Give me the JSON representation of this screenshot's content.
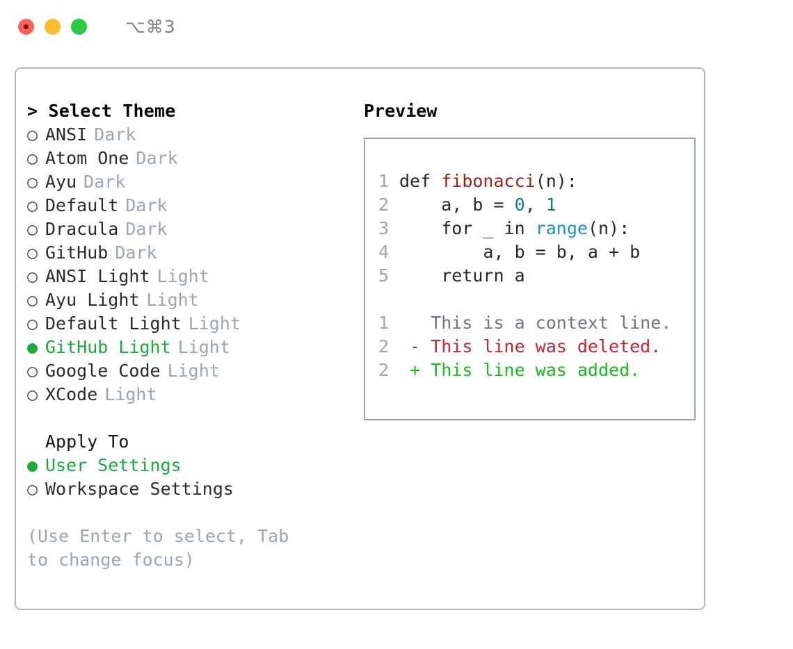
{
  "titlebar": {
    "shortcut": "⌥⌘3",
    "buttons": [
      {
        "name": "close",
        "color": "#ff6159"
      },
      {
        "name": "minimize",
        "color": "#ffbd2e"
      },
      {
        "name": "maximize",
        "color": "#2acb42"
      }
    ]
  },
  "theme_panel": {
    "header": "> Select Theme",
    "bullet_on": "●",
    "bullet_off": "○",
    "options": [
      {
        "label": "ANSI",
        "tag": "Dark",
        "selected": false
      },
      {
        "label": "Atom One",
        "tag": "Dark",
        "selected": false
      },
      {
        "label": "Ayu",
        "tag": "Dark",
        "selected": false
      },
      {
        "label": "Default",
        "tag": "Dark",
        "selected": false
      },
      {
        "label": "Dracula",
        "tag": "Dark",
        "selected": false
      },
      {
        "label": "GitHub",
        "tag": "Dark",
        "selected": false
      },
      {
        "label": "ANSI Light",
        "tag": "Light",
        "selected": false
      },
      {
        "label": "Ayu Light",
        "tag": "Light",
        "selected": false
      },
      {
        "label": "Default Light",
        "tag": "Light",
        "selected": false
      },
      {
        "label": "GitHub Light",
        "tag": "Light",
        "selected": true
      },
      {
        "label": "Google Code",
        "tag": "Light",
        "selected": false
      },
      {
        "label": "XCode",
        "tag": "Light",
        "selected": false
      }
    ]
  },
  "apply_to": {
    "header": "Apply To",
    "options": [
      {
        "label": "User Settings",
        "selected": true
      },
      {
        "label": "Workspace Settings",
        "selected": false
      }
    ]
  },
  "hint": "(Use Enter to select, Tab to change focus)",
  "preview": {
    "header": "Preview",
    "code_lines": [
      {
        "number": "1",
        "tokens": [
          {
            "text": "def ",
            "kind": "plain"
          },
          {
            "text": "fibonacci",
            "kind": "fn"
          },
          {
            "text": "(n):",
            "kind": "plain"
          }
        ]
      },
      {
        "number": "2",
        "tokens": [
          {
            "text": "    a, b = ",
            "kind": "plain"
          },
          {
            "text": "0",
            "kind": "num"
          },
          {
            "text": ", ",
            "kind": "plain"
          },
          {
            "text": "1",
            "kind": "num"
          }
        ]
      },
      {
        "number": "3",
        "tokens": [
          {
            "text": "    for _ in ",
            "kind": "plain"
          },
          {
            "text": "range",
            "kind": "call"
          },
          {
            "text": "(n):",
            "kind": "plain"
          }
        ]
      },
      {
        "number": "4",
        "tokens": [
          {
            "text": "        a, b = b, a + b",
            "kind": "plain"
          }
        ]
      },
      {
        "number": "5",
        "tokens": [
          {
            "text": "    return a",
            "kind": "plain"
          }
        ]
      }
    ],
    "diff_lines": [
      {
        "number": "1",
        "marker": " ",
        "text": " This is a context line.",
        "kind": "ctx"
      },
      {
        "number": "2",
        "marker": "-",
        "text": " This line was deleted.",
        "kind": "del"
      },
      {
        "number": "2",
        "marker": "+",
        "text": " This line was added.",
        "kind": "add"
      }
    ]
  },
  "colors": {
    "accent_green": "#19ab3c",
    "muted": "#9aa5b5",
    "panel_border": "#aeb7c4",
    "preview_border": "#97a4b5",
    "diff_add": "#16bd1d",
    "diff_del": "#cb2431",
    "token_fn": "#a0201c",
    "token_num": "#0f7c80",
    "token_call": "#1a8fd4"
  }
}
